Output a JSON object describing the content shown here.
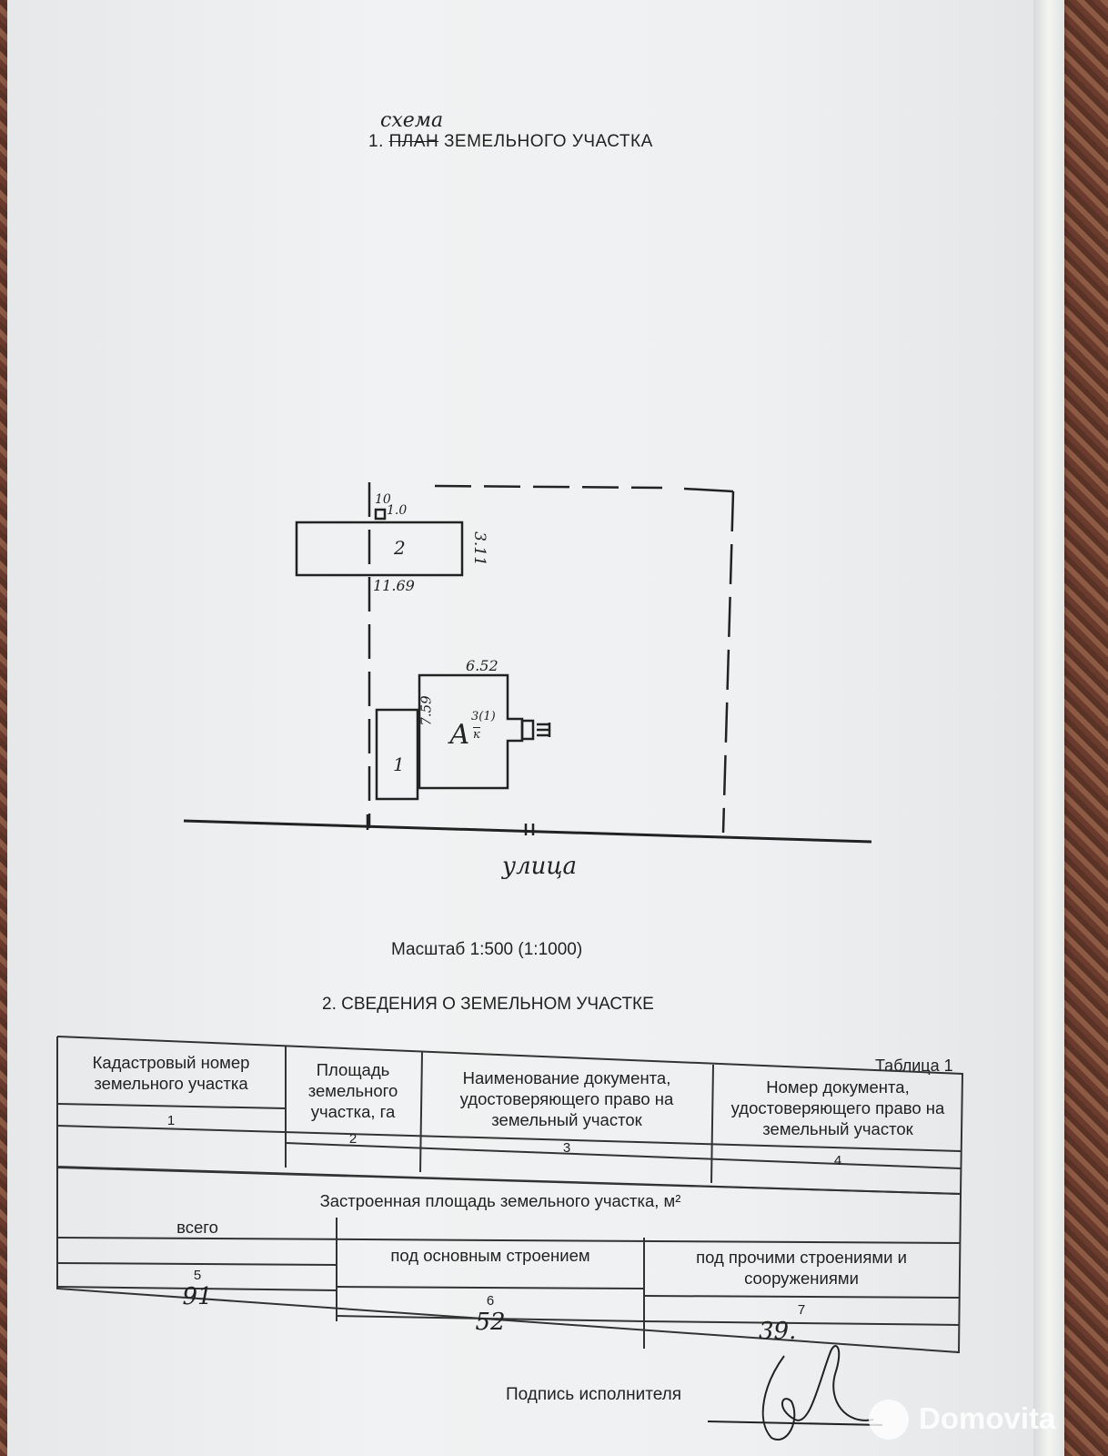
{
  "section1": {
    "number": "1.",
    "struck_word": "ПЛАН",
    "title_rest": "ЗЕМЕЛЬНОГО УЧАСТКА",
    "handwritten_correction": "схема"
  },
  "plan": {
    "dims": {
      "top_small_a": "10",
      "top_small_b": "1.0",
      "building2_length": "11.69",
      "building2_width": "3.11",
      "house_length": "6.52",
      "house_width": "7.59"
    },
    "labels": {
      "building2": "2",
      "building1": "1",
      "house_letter": "А",
      "house_top": "3(1)",
      "house_bottom": "к",
      "street": "улица"
    }
  },
  "scale_text": "Масштаб 1:500 (1:1000)",
  "section2": {
    "title": "2. СВЕДЕНИЯ О ЗЕМЕЛЬНОМ УЧАСТКЕ",
    "caption": "Таблица 1",
    "table1": {
      "headers": [
        "Кадастровый номер земельного участка",
        "Площадь земельного участка, га",
        "Наименование документа, удостоверяющего право на земельный участок",
        "Номер документа, удостоверяющего право на земельный участок"
      ],
      "numbers": [
        "1",
        "2",
        "3",
        "4"
      ],
      "values": [
        "",
        "",
        "",
        ""
      ]
    },
    "table2": {
      "title": "Застроенная площадь земельного участка, м²",
      "headers": [
        "всего",
        "под основным строением",
        "под прочими строениями и сооружениями"
      ],
      "numbers": [
        "5",
        "6",
        "7"
      ],
      "values": [
        "91",
        "52",
        "39."
      ]
    }
  },
  "signature_label": "Подпись исполнителя",
  "watermark": "Domovita"
}
